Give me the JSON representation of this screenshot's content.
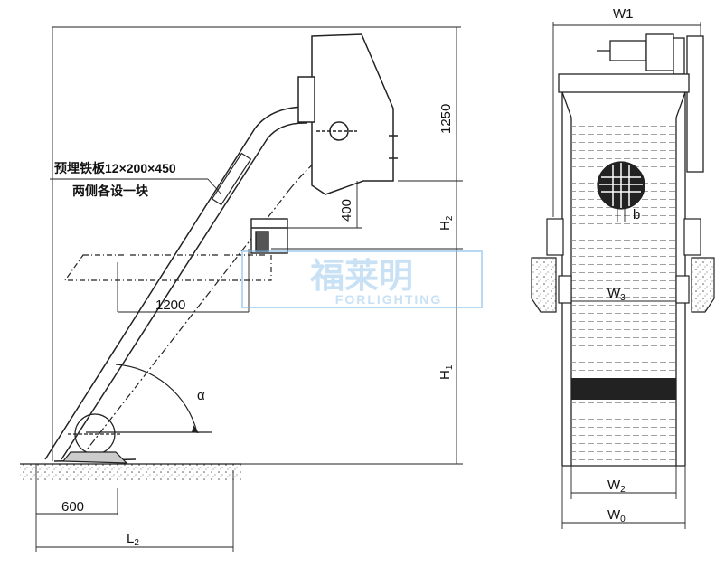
{
  "side_view": {
    "labels": {
      "dim_1250": "1250",
      "dim_400": "400",
      "dim_1200": "1200",
      "dim_600": "600",
      "h1_main": "H",
      "h1_sub": "1",
      "h2_main": "H",
      "h2_sub": "2",
      "l2_main": "L",
      "l2_sub": "2",
      "angle": "α",
      "embedded_plate_line1": "预埋铁板12×200×450",
      "embedded_plate_line2": "两侧各设一块"
    }
  },
  "front_view": {
    "labels": {
      "w1": "W1",
      "b": "b",
      "w3_main": "W",
      "w3_sub": "3",
      "w2_main": "W",
      "w2_sub": "2",
      "w0_main": "W",
      "w0_sub": "0"
    }
  },
  "watermark": {
    "cn": "福莱明",
    "en": "FORLIGHTING"
  }
}
